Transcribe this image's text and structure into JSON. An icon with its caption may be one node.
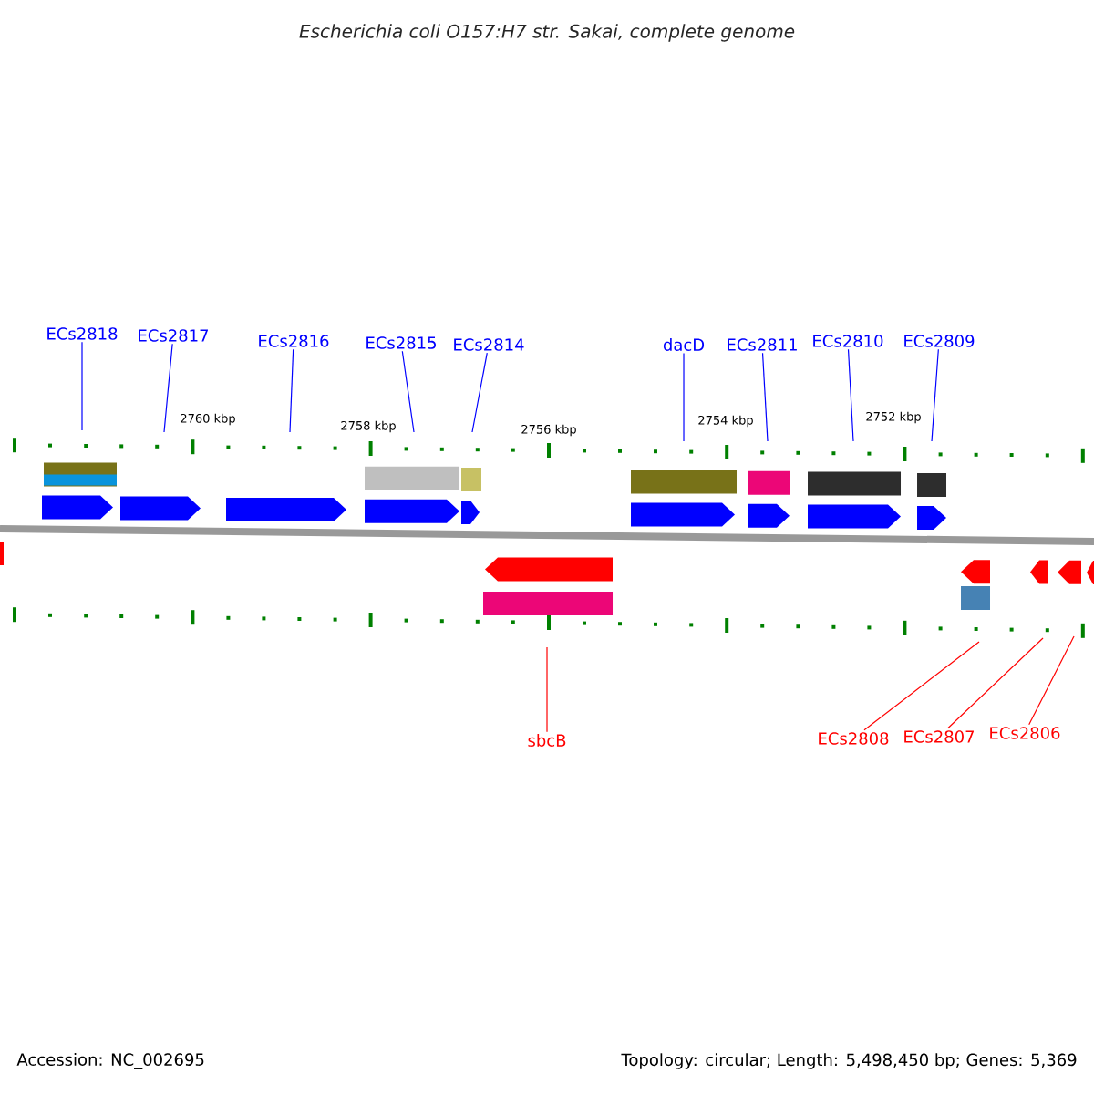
{
  "diagram": {
    "title": "Escherichia coli O157:H7 str. Sakai, complete genome",
    "nodes": [
      {
        "text": [
          "ECs2818"
        ]
      },
      {
        "text": [
          "ECs2817"
        ]
      },
      {
        "text": [
          "ECs2816"
        ]
      },
      {
        "text": [
          "ECs2815"
        ]
      },
      {
        "text": [
          "ECs2814"
        ]
      },
      {
        "text": [
          "dacD"
        ]
      },
      {
        "text": [
          "ECs2811"
        ]
      },
      {
        "text": [
          "ECs2810"
        ]
      },
      {
        "text": [
          "ECs2809"
        ]
      },
      {
        "text": [
          "sbcB"
        ]
      },
      {
        "text": [
          "ECs2808"
        ]
      },
      {
        "text": [
          "ECs2807"
        ]
      },
      {
        "text": [
          "ECs2806"
        ]
      }
    ],
    "edges": [
      {
        "from": 0,
        "to": null,
        "arrow": "none"
      },
      {
        "from": 1,
        "to": null,
        "arrow": "none"
      },
      {
        "from": 2,
        "to": null,
        "arrow": "none"
      },
      {
        "from": 3,
        "to": null,
        "arrow": "none"
      },
      {
        "from": 4,
        "to": null,
        "arrow": "none"
      },
      {
        "from": 5,
        "to": null,
        "arrow": "none"
      },
      {
        "from": 6,
        "to": null,
        "arrow": "none"
      },
      {
        "from": 7,
        "to": null,
        "arrow": "none"
      },
      {
        "from": 8,
        "to": null,
        "arrow": "none"
      },
      {
        "from": 9,
        "to": null,
        "arrow": "none",
        "color": "#ff0000"
      },
      {
        "from": 10,
        "to": null,
        "arrow": "none",
        "color": "#ff0000"
      },
      {
        "from": 11,
        "to": null,
        "arrow": "none",
        "color": "#ff0000"
      },
      {
        "from": 12,
        "to": null,
        "arrow": "none",
        "color": "#ff0000"
      }
    ],
    "labels": [
      "2760 kbp",
      "2758 kbp",
      "2756 kbp",
      "2754 kbp",
      "2752 kbp",
      "Accession: NC_002695",
      "Topology: circular; Length: 5,498,450 bp; Genes: 5,369"
    ]
  }
}
